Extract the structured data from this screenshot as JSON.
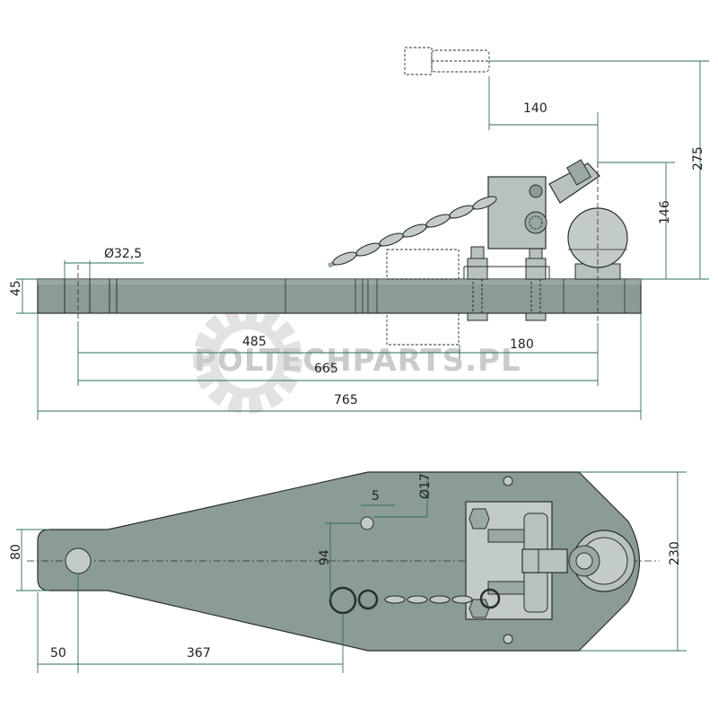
{
  "watermark": {
    "text": "POLTECHPARTS.PL"
  },
  "side_view": {
    "dimensions": {
      "hole_diameter": "Ø32,5",
      "thickness": "45",
      "d485": "485",
      "d180": "180",
      "d665": "665",
      "d765": "765",
      "d140": "140",
      "d146": "146",
      "d275": "275"
    }
  },
  "top_view": {
    "dimensions": {
      "d5": "5",
      "d17": "Ø17",
      "d94": "94",
      "d80": "80",
      "d230": "230",
      "d50": "50",
      "d367": "367"
    }
  },
  "colors": {
    "body": "#8b9b98",
    "body_light": "#b7c1bf",
    "plate": "#c3cbc9",
    "line": "#2a2f2e",
    "dim_line": "#2f6f5a",
    "watermark": "#c9ccce"
  }
}
